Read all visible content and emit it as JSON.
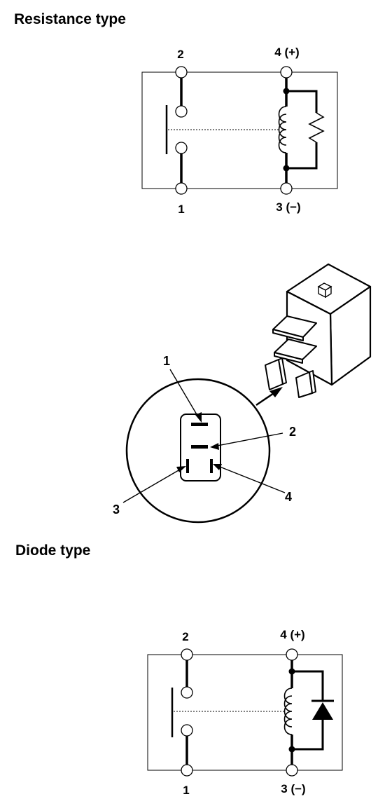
{
  "titles": {
    "resistance": "Resistance type",
    "diode": "Diode type"
  },
  "resistance_pins": {
    "top_left": "2",
    "top_right": "4 (+)",
    "bottom_left": "1",
    "bottom_right": "3 (−)"
  },
  "connector_callouts": {
    "c1": "1",
    "c2": "2",
    "c3": "3",
    "c4": "4"
  },
  "diode_pins": {
    "top_left": "2",
    "top_right": "4 (+)",
    "bottom_left": "1",
    "bottom_right": "3 (−)"
  }
}
